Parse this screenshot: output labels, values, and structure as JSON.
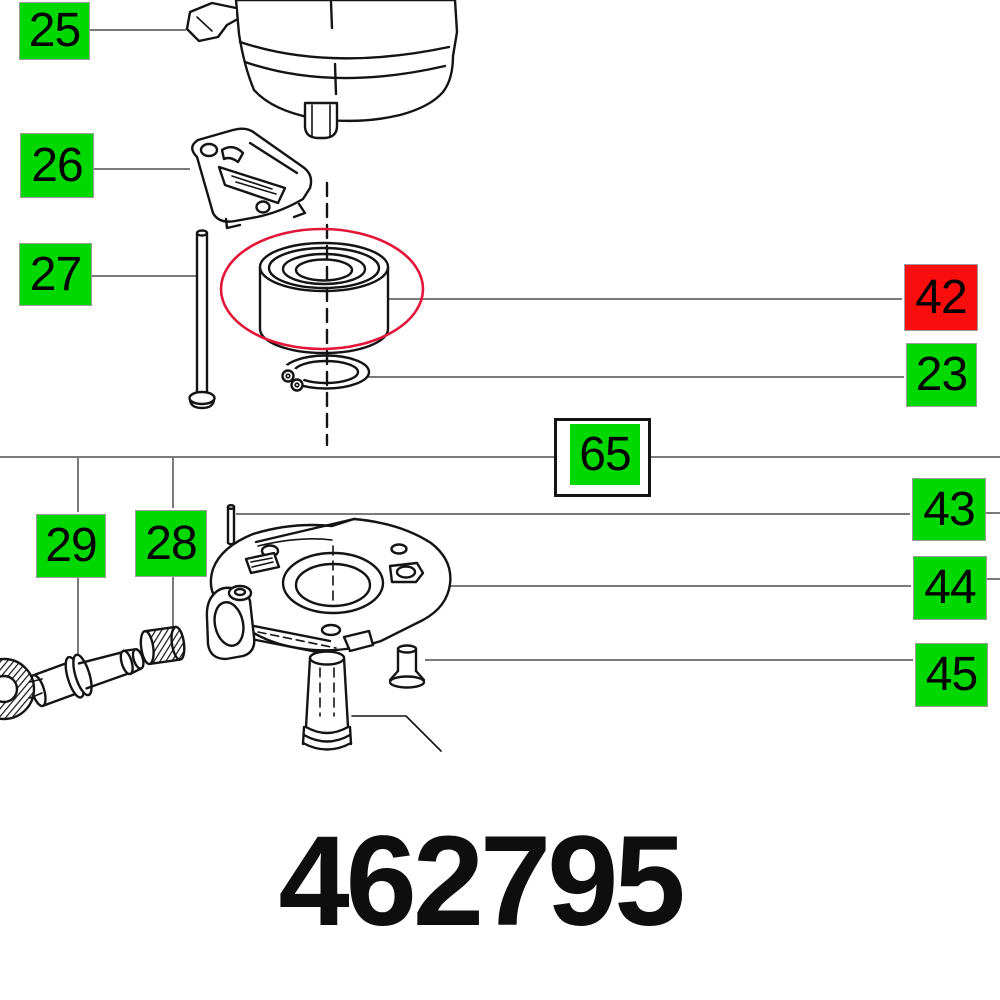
{
  "part_number": "462795",
  "colors": {
    "callout_green": "#00d800",
    "callout_red": "#fa0d0d",
    "leader_gray": "#7a7a7a",
    "ink": "#141414",
    "highlight_red": "#e21638"
  },
  "callouts": {
    "c25": {
      "label": "25"
    },
    "c26": {
      "label": "26"
    },
    "c27": {
      "label": "27"
    },
    "c42": {
      "label": "42",
      "highlighted": true
    },
    "c23": {
      "label": "23"
    },
    "c65": {
      "label": "65",
      "framed": true
    },
    "c29": {
      "label": "29"
    },
    "c28": {
      "label": "28"
    },
    "c43": {
      "label": "43"
    },
    "c44": {
      "label": "44"
    },
    "c45": {
      "label": "45"
    }
  }
}
